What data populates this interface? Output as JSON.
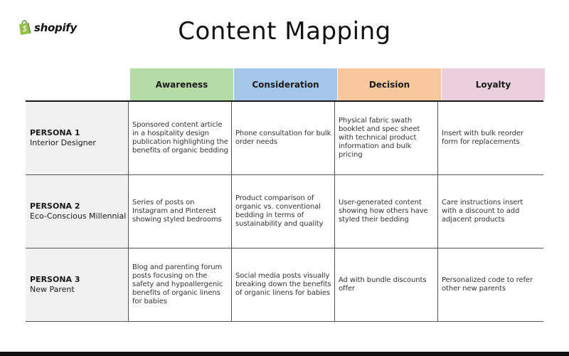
{
  "brand": {
    "name": "shopify",
    "color": "#95bf47"
  },
  "title": "Content Mapping",
  "stages": [
    {
      "label": "Awareness",
      "color": "#b7dba7"
    },
    {
      "label": "Consideration",
      "color": "#a4c6ea"
    },
    {
      "label": "Decision",
      "color": "#f8c79c"
    },
    {
      "label": "Loyalty",
      "color": "#ebcfdc"
    }
  ],
  "personas": [
    {
      "label": "PERSONA 1",
      "role": "Interior Designer",
      "cells": [
        "Sponsored content article in a hospitality design publication highlighting the benefits of organic bedding",
        "Phone consultation for bulk order needs",
        "Physical fabric swath booklet and spec sheet with technical product information and bulk pricing",
        "Insert with bulk reorder form for replacements"
      ]
    },
    {
      "label": "PERSONA 2",
      "role": "Eco-Conscious Millennial",
      "cells": [
        "Series of posts on Instagram and Pinterest showing styled bedrooms",
        "Product comparison of organic vs. conventional bedding in terms of sustainability and quality",
        "User-generated content showing how others have styled their bedding",
        "Care instructions insert with a discount to add adjacent products"
      ]
    },
    {
      "label": "PERSONA 3",
      "role": "New Parent",
      "cells": [
        "Blog and parenting forum posts focusing on the safety and hypoallergenic benefits of organic linens for babies",
        "Social media posts visually breaking down the benefits of organic linens for babies",
        "Ad with bundle discounts offer",
        "Personalized code to refer other new parents"
      ]
    }
  ]
}
